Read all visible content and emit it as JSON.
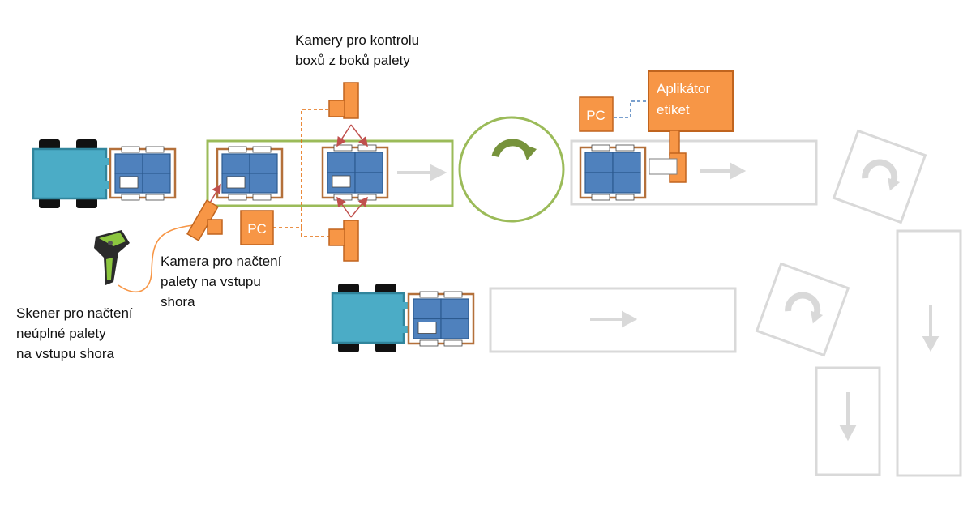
{
  "labels": {
    "cameras_side": [
      "Kamery pro kontrolu",
      "boxů z boků palety"
    ],
    "camera_top": [
      "Kamera pro načtení",
      "palety na vstupu",
      "shora"
    ],
    "scanner": [
      "Skener pro načtení",
      "neúplné palety",
      "na vstupu shora"
    ]
  },
  "devices": {
    "pc_left": "PC",
    "pc_right": "PC",
    "applicator": [
      "Aplikátor",
      "etiket"
    ]
  },
  "colors": {
    "orange": "#f79646",
    "orange_stroke": "#c0641e",
    "teal": "#4bacc6",
    "blue": "#4f81bd",
    "pallet_frame": "#b4703a",
    "green": "#9bbb59",
    "gray": "#d9d9d9",
    "red_arrow": "#c0504d",
    "dashed_blue": "#4f81bd"
  }
}
